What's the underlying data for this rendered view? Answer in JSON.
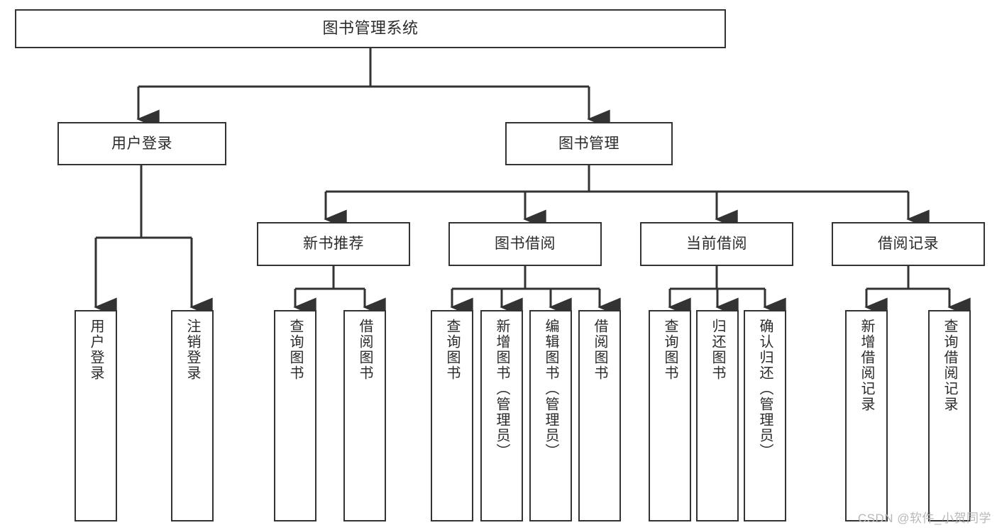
{
  "diagram": {
    "title": "图书管理系统",
    "type": "tree",
    "watermark": "CSDN @软件_小贺同学",
    "colors": {
      "node_border": "#333333",
      "node_fill": "#ffffff",
      "text": "#2b2b2b",
      "edge": "#333333",
      "watermark": "#b8b8b8",
      "background": "#ffffff"
    },
    "nodes": {
      "root": {
        "label": "图书管理系统"
      },
      "level2": [
        {
          "label": "用户登录"
        },
        {
          "label": "图书管理"
        }
      ],
      "level3": [
        {
          "label": "新书推荐"
        },
        {
          "label": "图书借阅"
        },
        {
          "label": "当前借阅"
        },
        {
          "label": "借阅记录"
        }
      ],
      "leaves": {
        "user_login": [
          {
            "label": "用户登录"
          },
          {
            "label": "注销登录"
          }
        ],
        "new_book_recommend": [
          {
            "label": "查询图书"
          },
          {
            "label": "借阅图书"
          }
        ],
        "book_borrow": [
          {
            "label": "查询图书"
          },
          {
            "label": "新增图书（管理员）"
          },
          {
            "label": "编辑图书（管理员）"
          },
          {
            "label": "借阅图书"
          }
        ],
        "current_borrow": [
          {
            "label": "查询图书"
          },
          {
            "label": "归还图书"
          },
          {
            "label": "确认归还（管理员）"
          }
        ],
        "borrow_record": [
          {
            "label": "新增借阅记录"
          },
          {
            "label": "查询借阅记录"
          }
        ]
      }
    }
  }
}
